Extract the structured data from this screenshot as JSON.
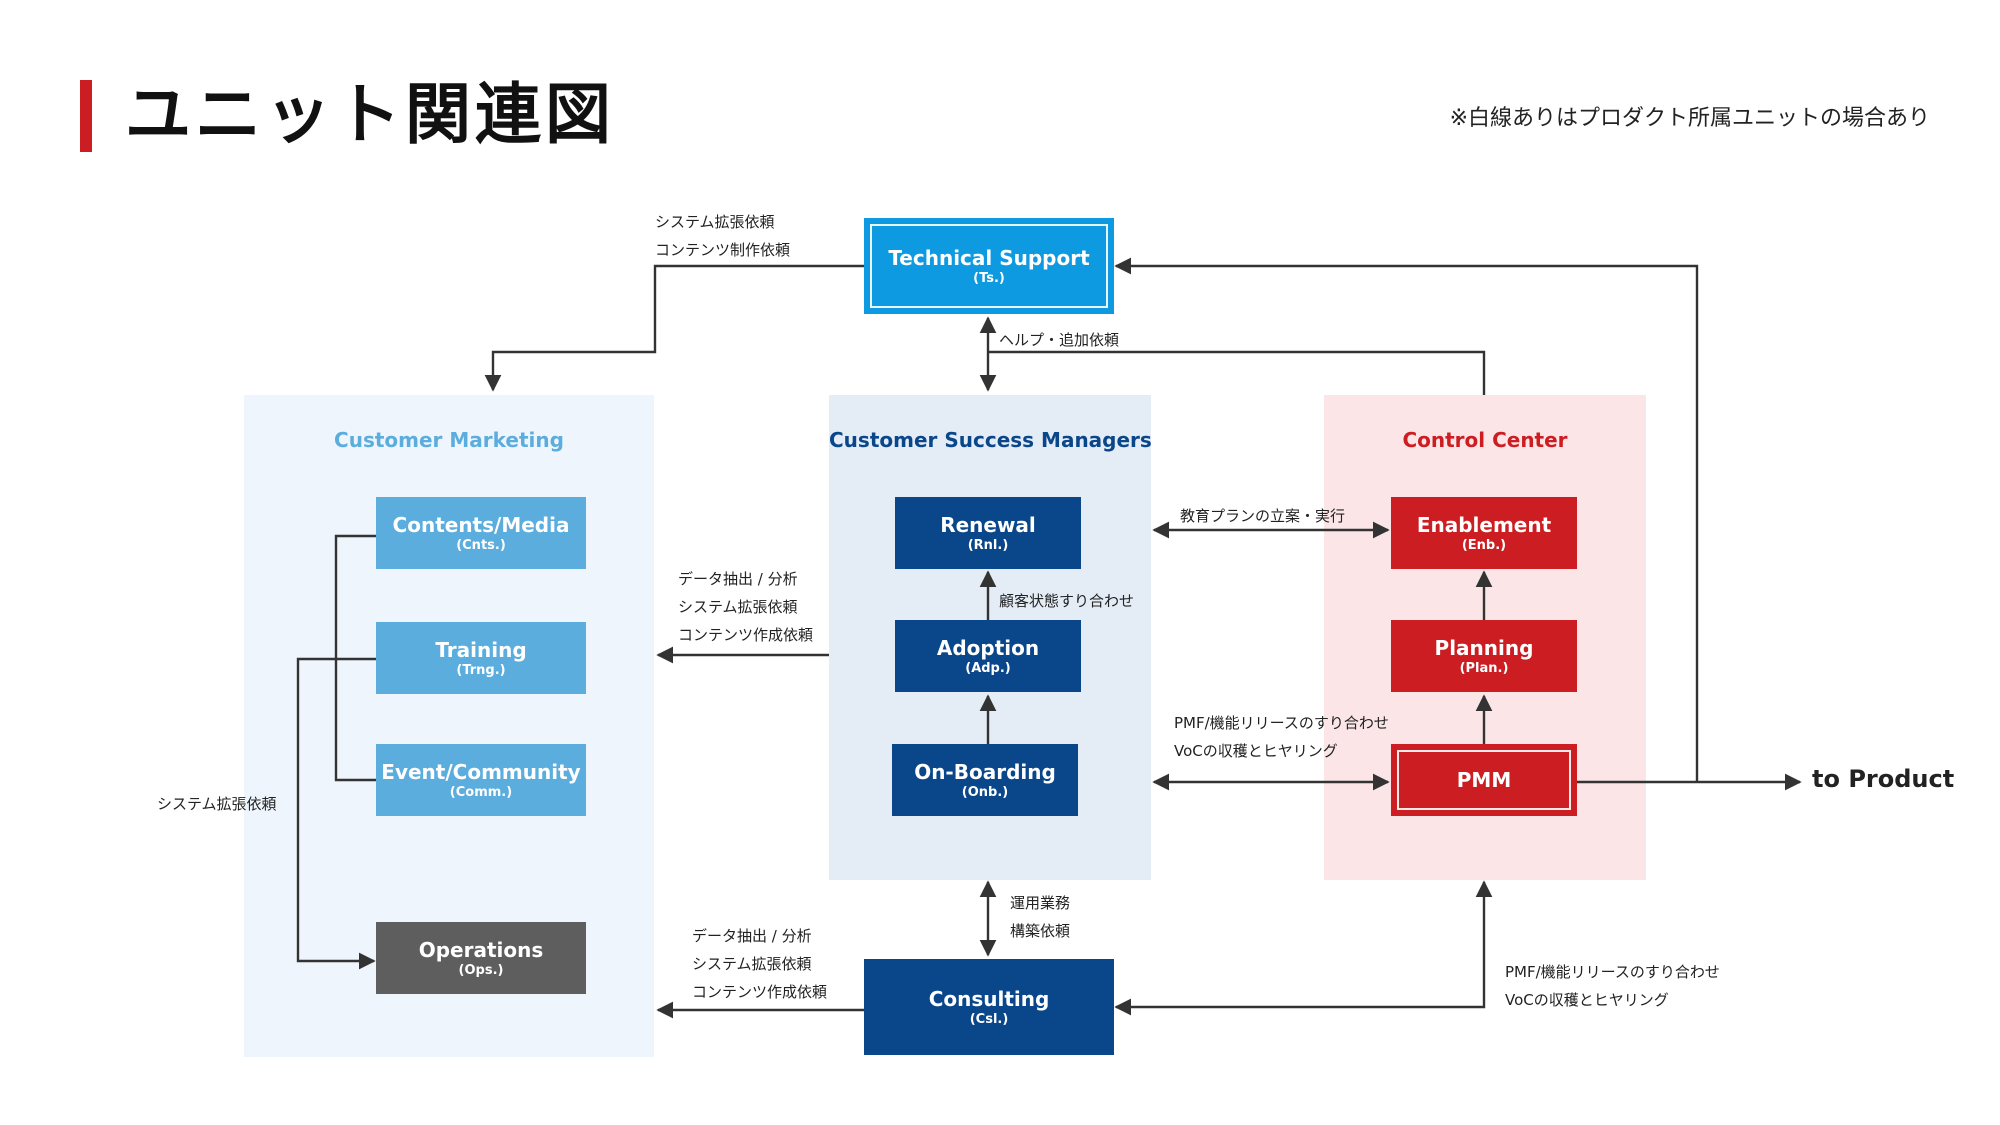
{
  "header": {
    "title": "ユニット関連図",
    "note": "※白線ありはプロダクト所属ユニットの場合あり"
  },
  "colors": {
    "accent_red": "#cc1e22",
    "tech_support_blue": "#0d9ae0",
    "marketing_light_blue": "#5badde",
    "navy": "#0a468a",
    "gray": "#5e5e5e",
    "marketing_panel_bg": "#eef5fc",
    "csm_panel_bg": "#e4ecf6",
    "control_panel_bg": "#fbe5e6"
  },
  "panels": {
    "marketing": {
      "title": "Customer Marketing"
    },
    "csm": {
      "title": "Customer Success Managers"
    },
    "control": {
      "title": "Control Center"
    }
  },
  "boxes": {
    "tech_support": {
      "label": "Technical Support",
      "abbr": "(Ts.)"
    },
    "contents_media": {
      "label": "Contents/Media",
      "abbr": "(Cnts.)"
    },
    "training": {
      "label": "Training",
      "abbr": "(Trng.)"
    },
    "event_community": {
      "label": "Event/Community",
      "abbr": "(Comm.)"
    },
    "operations": {
      "label": "Operations",
      "abbr": "(Ops.)"
    },
    "renewal": {
      "label": "Renewal",
      "abbr": "(Rnl.)"
    },
    "adoption": {
      "label": "Adoption",
      "abbr": "(Adp.)"
    },
    "onboarding": {
      "label": "On-Boarding",
      "abbr": "(Onb.)"
    },
    "consulting": {
      "label": "Consulting",
      "abbr": "(Csl.)"
    },
    "enablement": {
      "label": "Enablement",
      "abbr": "(Enb.)"
    },
    "planning": {
      "label": "Planning",
      "abbr": "(Plan.)"
    },
    "pmm": {
      "label": "PMM"
    }
  },
  "edge_labels": {
    "ts_left": [
      "システム拡張依頼",
      "コンテンツ制作依頼"
    ],
    "help": "ヘルプ・追加依頼",
    "education": "教育プランの立案・実行",
    "customer_state": "顧客状態すり合わせ",
    "csm_to_marketing": [
      "データ抽出 / 分析",
      "システム拡張依頼",
      "コンテンツ作成依頼"
    ],
    "system_request": "システム拡張依頼",
    "pmf_upper": [
      "PMF/機能リリースのすり合わせ",
      "VoCの収穫とヒヤリング"
    ],
    "operations_request": [
      "運用業務",
      "構築依頼"
    ],
    "consulting_to_marketing": [
      "データ抽出 / 分析",
      "システム拡張依頼",
      "コンテンツ作成依頼"
    ],
    "pmf_lower": [
      "PMF/機能リリースのすり合わせ",
      "VoCの収穫とヒヤリング"
    ]
  },
  "to_product": "to Product"
}
